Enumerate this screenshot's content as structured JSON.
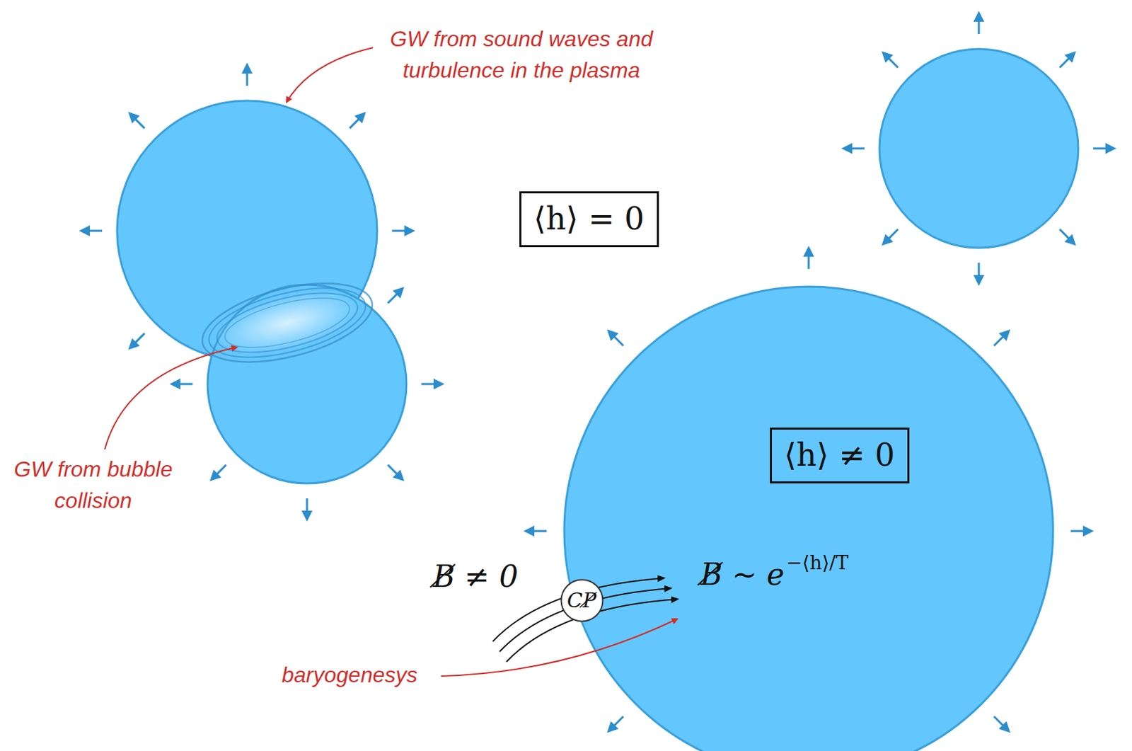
{
  "diagram": {
    "nodes": [
      {
        "text": [
          "⟨h⟩ = 0"
        ]
      },
      {
        "text": [
          "B̸ ∼ e",
          "−⟨h⟩/T"
        ]
      },
      {
        "text": [
          "⟨h⟩ ≠ 0"
        ],
        "in": 1
      },
      {
        "text": [
          "CP̸"
        ]
      }
    ],
    "labels": [
      "GW from sound waves and turbulence in the plasma",
      "GW from bubble collision",
      "baryogenesys",
      "B̸ ≠ 0"
    ]
  }
}
